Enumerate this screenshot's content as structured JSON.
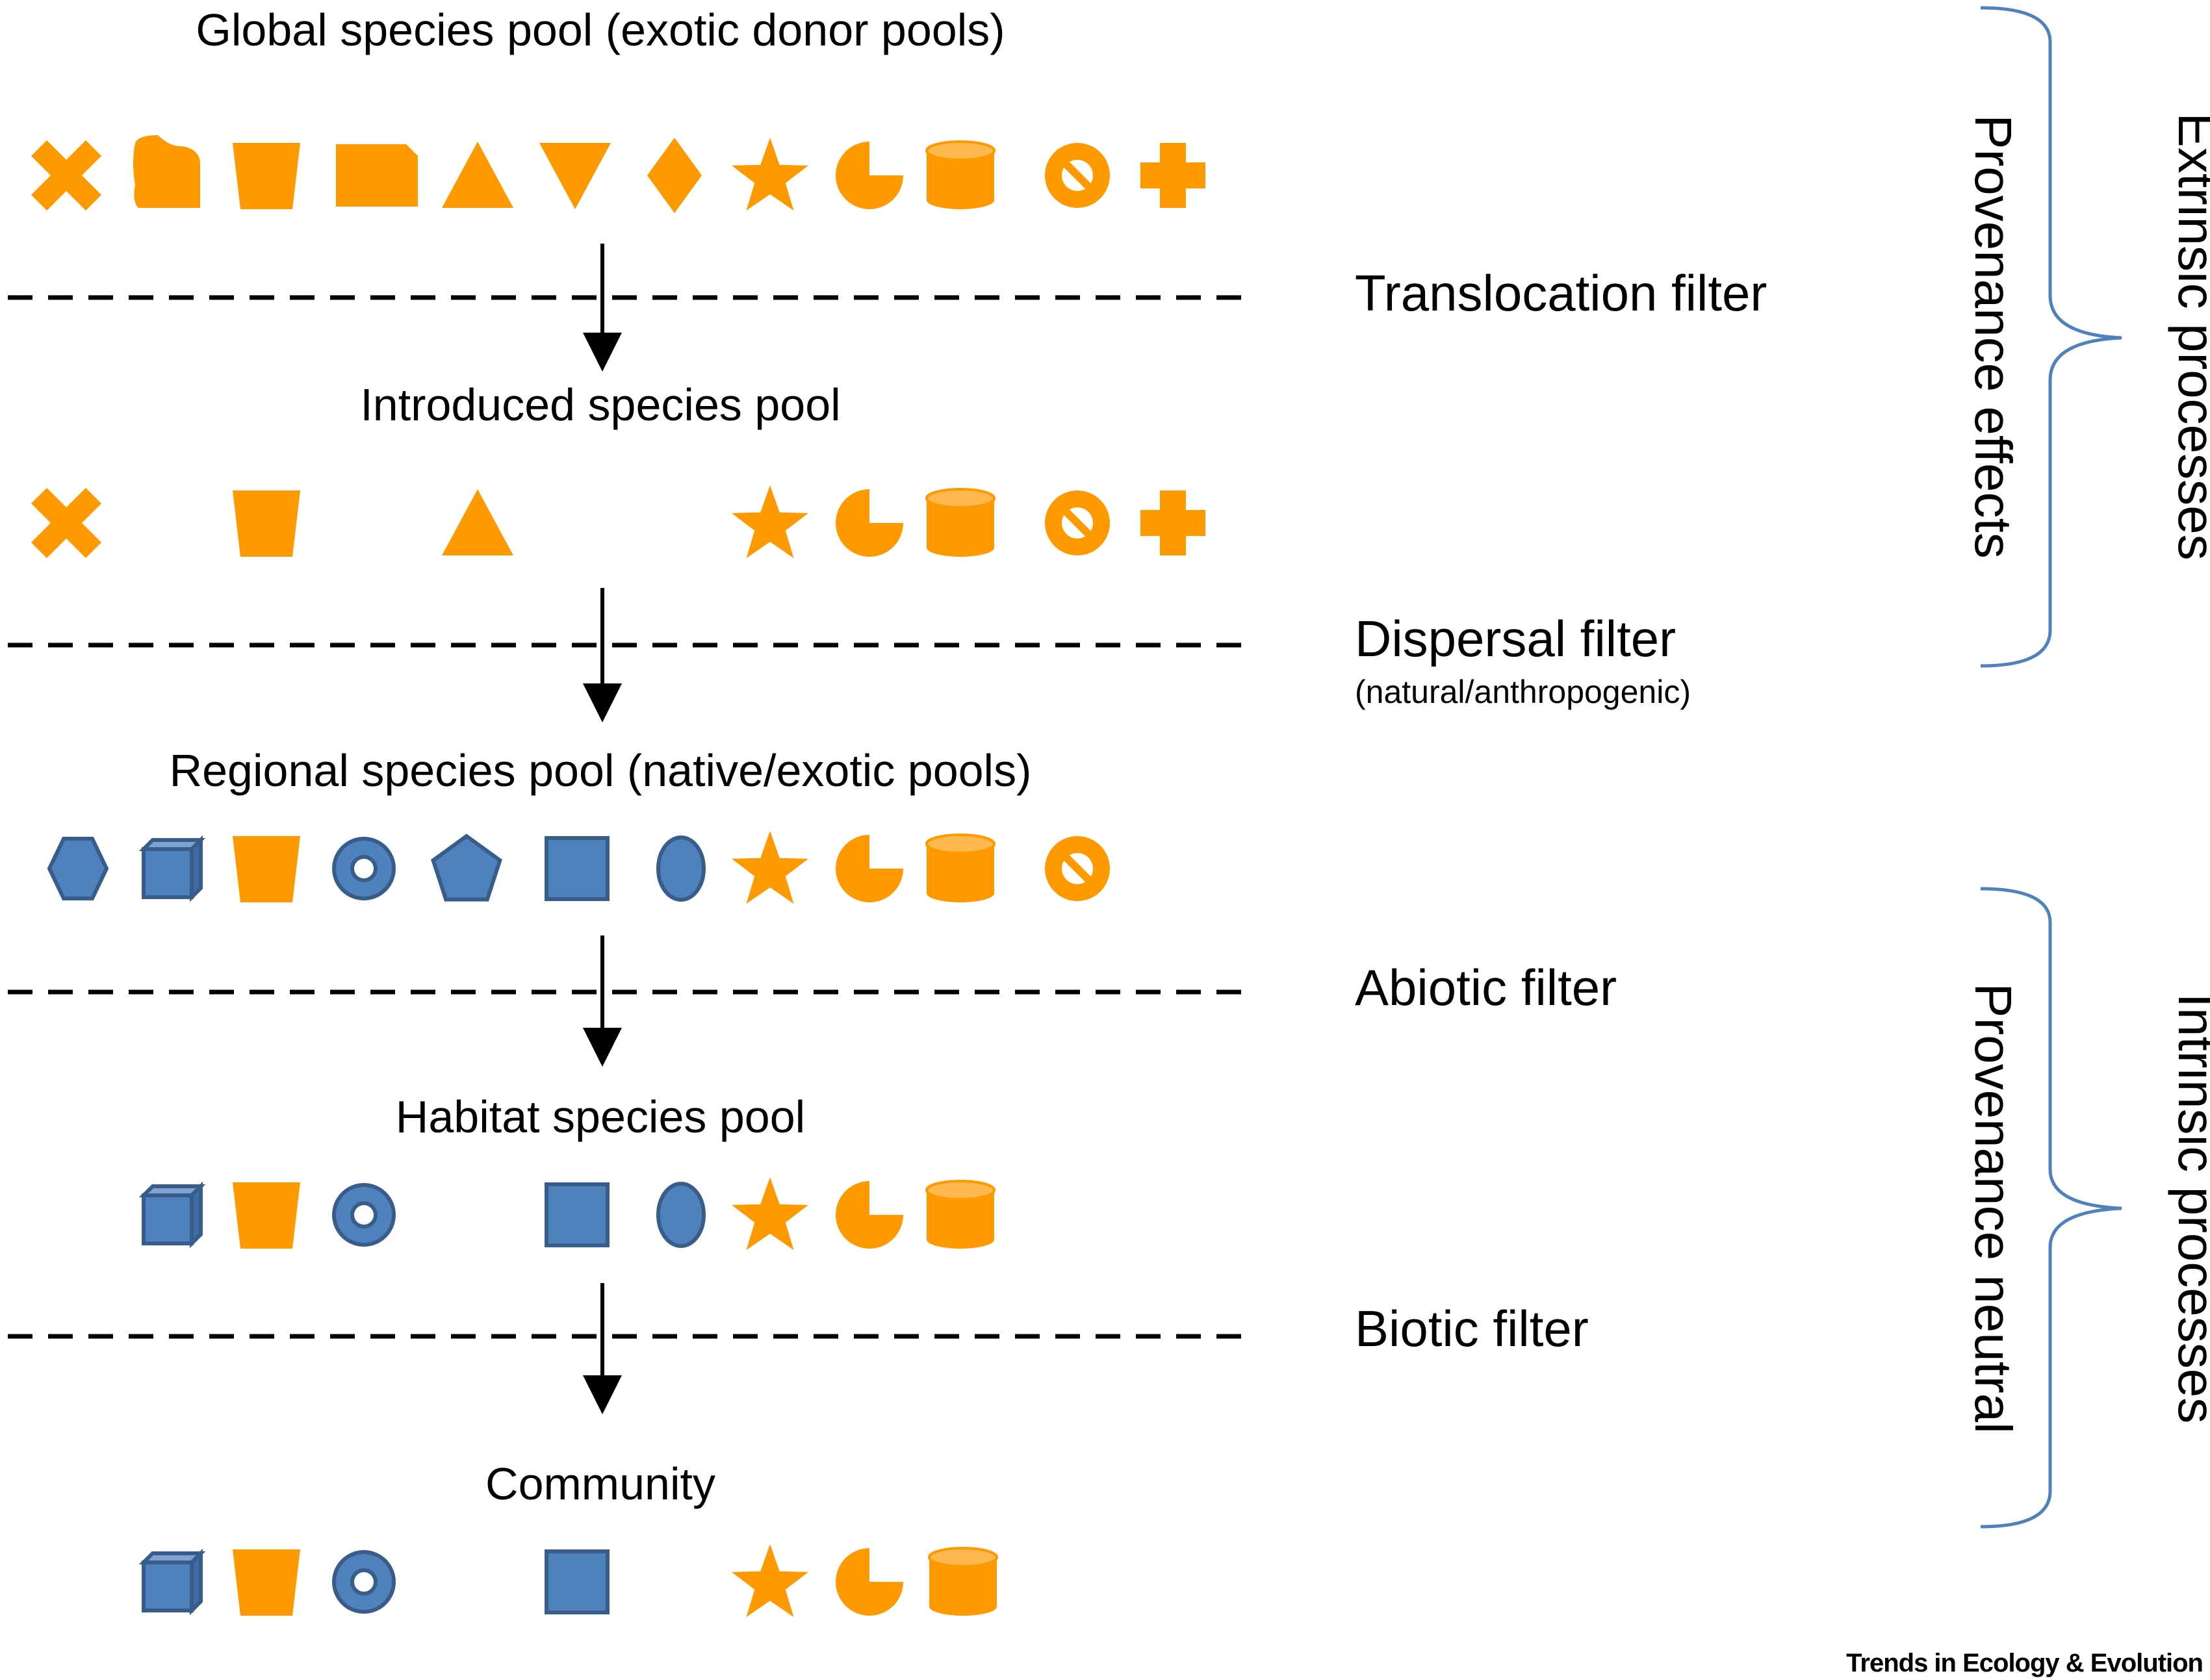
{
  "colors": {
    "exotic": "#FF9900",
    "native": "#4F81BD",
    "native_stroke": "#385D8A",
    "bracket": "#4F81BD",
    "line": "#000000"
  },
  "pools": [
    {
      "title": "Global species pool (exotic donor pools)",
      "species": [
        "x-shape-icon",
        "blob-icon",
        "trapezoid-icon",
        "snip-rect-icon",
        "triangle-icon",
        "inverted-triangle-icon",
        "diamond-icon",
        "star-icon",
        "pie-icon",
        "cylinder-icon",
        "no-symbol-icon",
        "plus-icon"
      ]
    },
    {
      "title": "Introduced species pool",
      "species": [
        "x-shape-icon",
        "trapezoid-icon",
        "triangle-icon",
        "star-icon",
        "pie-icon",
        "cylinder-icon",
        "no-symbol-icon",
        "plus-icon"
      ]
    },
    {
      "title": "Regional species pool (native/exotic pools)",
      "species": [
        "hexagon-icon",
        "cube-icon",
        "trapezoid-icon",
        "donut-icon",
        "pentagon-icon",
        "square-icon",
        "ellipse-icon",
        "star-icon",
        "pie-icon",
        "cylinder-icon",
        "no-symbol-icon"
      ]
    },
    {
      "title": "Habitat species pool",
      "species": [
        "cube-icon",
        "trapezoid-icon",
        "donut-icon",
        "square-icon",
        "ellipse-icon",
        "star-icon",
        "pie-icon",
        "cylinder-icon"
      ]
    },
    {
      "title": "Community",
      "species": [
        "cube-icon",
        "trapezoid-icon",
        "donut-icon",
        "square-icon",
        "star-icon",
        "pie-icon",
        "cylinder-icon"
      ]
    }
  ],
  "filters": [
    {
      "label": "Translocation filter",
      "sublabel": ""
    },
    {
      "label": "Dispersal filter",
      "sublabel": "(natural/anthropogenic)"
    },
    {
      "label": "Abiotic filter",
      "sublabel": ""
    },
    {
      "label": "Biotic filter",
      "sublabel": ""
    }
  ],
  "brackets": {
    "top": {
      "inner_label": "Provenance effects",
      "outer_label": "Extrinsic processes"
    },
    "bottom": {
      "inner_label": "Provenance neutral",
      "outer_label": "Intrinsic processes"
    }
  },
  "credit": "Trends in Ecology & Evolution"
}
